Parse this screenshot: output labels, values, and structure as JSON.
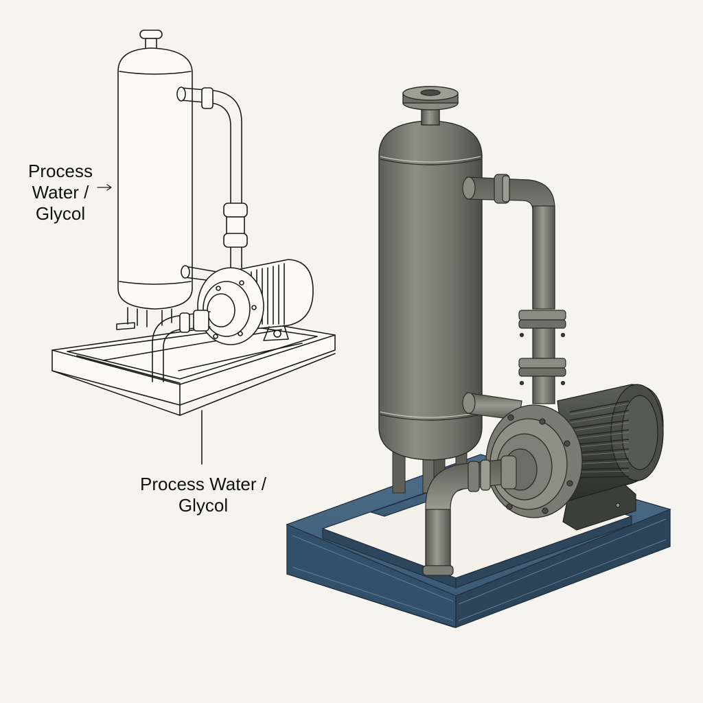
{
  "diagram": {
    "subject": "Process water / glycol buffer tank with centrifugal pump skid",
    "views": [
      {
        "id": "line-drawing",
        "style": "outline sketch",
        "position": "left"
      },
      {
        "id": "rendered-illustration",
        "style": "shaded metal rendering",
        "position": "right"
      }
    ],
    "labels": [
      {
        "id": "label-vessel",
        "line1": "Process",
        "line2": "Water /",
        "line3": "Glycol",
        "pointer": "arrow-right"
      },
      {
        "id": "label-base",
        "line1": "Process Water /",
        "line2": "Glycol",
        "pointer": "leader-line-up"
      }
    ],
    "components": [
      "vertical pressure vessel",
      "top flange nozzle",
      "upper outlet pipe with flanged spool",
      "lower suction pipe",
      "centrifugal pump volute",
      "electric motor (ribbed)",
      "discharge elbow pipe",
      "steel I-beam base frame"
    ],
    "colors": {
      "background": "#f6f4ef",
      "ink": "#1a1a1a",
      "steel_light": "#8e8e82",
      "steel_mid": "#6f7066",
      "steel_dark": "#4a4b44",
      "frame_blue": "#3f5f7a",
      "frame_blue_dark": "#2c4257",
      "motor_dark": "#3e403c"
    }
  }
}
